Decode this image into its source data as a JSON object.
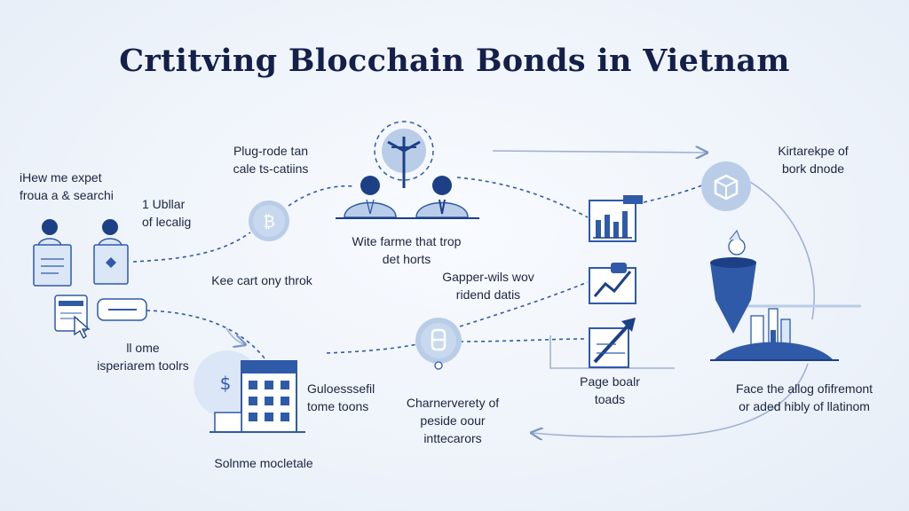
{
  "title": "Crtitving Blocchain Bonds in Vietnam",
  "nodes": {
    "help_search": {
      "lines": [
        "iHew me expet",
        "froua a & searchi"
      ]
    },
    "ublliar": {
      "lines": [
        "1 Ubllar",
        "of lecalig"
      ]
    },
    "plug_rode": {
      "lines": [
        "Plug-rode tan",
        "cale ts-catiins"
      ]
    },
    "kee_cart": {
      "lines": [
        "Kee cart ony throk"
      ]
    },
    "wite_farme": {
      "lines": [
        "Wite farme that trop",
        "det horts"
      ]
    },
    "gapper": {
      "lines": [
        "Gapper-wils wov",
        "ridend datis"
      ]
    },
    "home_tools": {
      "lines": [
        "ll ome",
        "isperiarem toolrs"
      ]
    },
    "successful": {
      "lines": [
        "Guloesssefil",
        "tome toons"
      ]
    },
    "charnerverity": {
      "lines": [
        "Charnerverety of",
        "peside oour",
        "inttecarors"
      ]
    },
    "page_boall": {
      "lines": [
        "Page boalr",
        "toads"
      ]
    },
    "kirtarekpe": {
      "lines": [
        "Kirtarekpe of",
        "bork dnode"
      ]
    },
    "face_allog": {
      "lines": [
        "Face the allog ofifremont",
        "or aded hibly of llatinom"
      ]
    },
    "solume": {
      "lines": [
        "Solnme mocletale"
      ]
    }
  },
  "icons": {
    "coin_a": "coin-icon",
    "coin_b": "coin-icon",
    "wind_turbine": "wind-turbine-icon",
    "blockchain_box": "cube-icon",
    "bank_building": "building-icon",
    "chart_1": "bar-chart-icon",
    "chart_2": "trend-chart-icon",
    "chart_3": "growth-arrow-icon",
    "funnel": "funnel-icon"
  },
  "colors": {
    "primary": "#2f5aa8",
    "dark": "#1c3f86",
    "light": "#b9cde9",
    "pale": "#dbe7f6",
    "line": "#2f5aa8"
  }
}
